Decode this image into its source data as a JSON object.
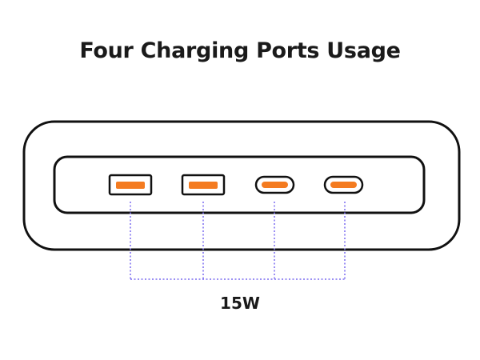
{
  "title": "Four Charging Ports Usage",
  "output_label": "15W",
  "ports": [
    {
      "type": "usb-a"
    },
    {
      "type": "usb-a"
    },
    {
      "type": "usb-c"
    },
    {
      "type": "usb-c"
    }
  ],
  "colors": {
    "outline": "#111111",
    "port_fill": "#f47b20",
    "connector": "#7b6cf0",
    "text": "#1a1a1a",
    "background": "#ffffff"
  }
}
